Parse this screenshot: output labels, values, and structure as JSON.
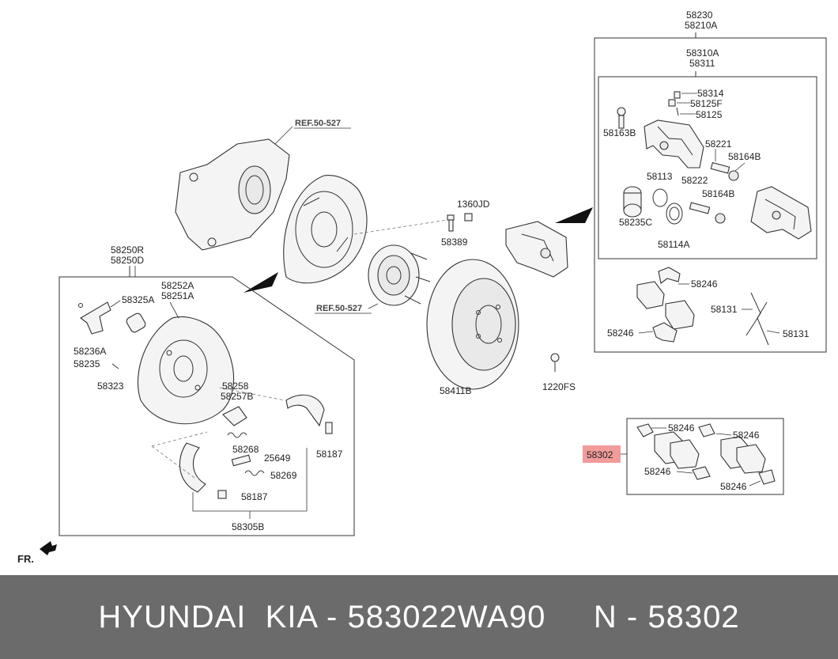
{
  "labels": {
    "l58230": "58230",
    "l58210A": "58210A",
    "l58310A": "58310A",
    "l58311": "58311",
    "l58314": "58314",
    "l58125F": "58125F",
    "l58125": "58125",
    "l58163B": "58163B",
    "l58221": "58221",
    "l58164B_a": "58164B",
    "l58113": "58113",
    "l58222": "58222",
    "l58164B_b": "58164B",
    "l58235C": "58235C",
    "l58114A": "58114A",
    "l58246_a": "58246",
    "l58131_a": "58131",
    "l58246_b": "58246",
    "l58131_b": "58131",
    "l1360JD": "1360JD",
    "l58389": "58389",
    "l58411B": "58411B",
    "l1220FS": "1220FS",
    "ref_top": "REF.50-527",
    "ref_mid": "REF.50-527",
    "l58250R": "58250R",
    "l58250D": "58250D",
    "l58252A": "58252A",
    "l58251A": "58251A",
    "l58325A": "58325A",
    "l58236A": "58236A",
    "l58235": "58235",
    "l58323": "58323",
    "l58258": "58258",
    "l58257B": "58257B",
    "l58268": "58268",
    "l25649": "25649",
    "l58269": "58269",
    "l58187_a": "58187",
    "l58187_b": "58187",
    "l58305B": "58305B",
    "l58302": "58302",
    "kit_58246_a": "58246",
    "kit_58246_b": "58246",
    "kit_58246_c": "58246",
    "kit_58246_d": "58246",
    "fr": "FR."
  },
  "colors": {
    "highlight": "#f29b9b",
    "footer_bg": "#6b6b6b",
    "footer_text": "#ffffff"
  },
  "footer": {
    "text": "HYUNDAI  KIA - 583022WA90     N - 58302"
  }
}
